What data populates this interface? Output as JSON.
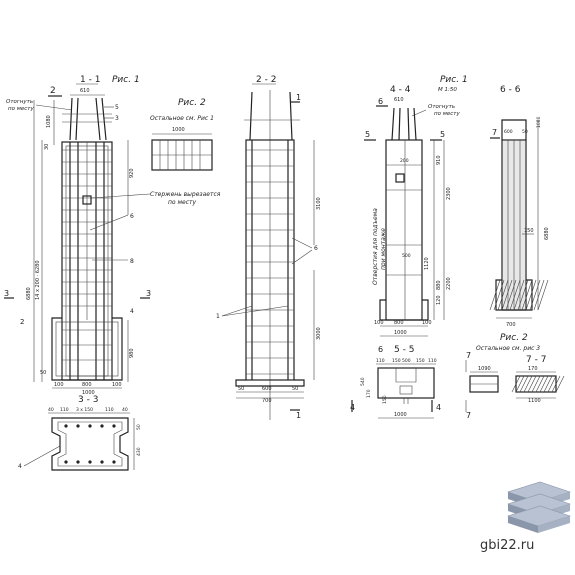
{
  "brand": {
    "site": "gbi22.ru"
  },
  "sections": {
    "s11": "1 - 1",
    "s22": "2 - 2",
    "s33": "3 - 3",
    "s44": "4 - 4",
    "s55": "5 - 5",
    "s66": "6 - 6",
    "s77": "7 - 7",
    "m1": "1",
    "m2": "2",
    "m3": "3",
    "m4": "4",
    "m5": "5",
    "m6": "6",
    "m7": "7"
  },
  "figures": {
    "fig1": "Рис. 1",
    "fig2": "Рис. 2",
    "fig2_note": "Остальное см. Рис 1",
    "fig1b": "Рис. 1",
    "scale": "М 1:50",
    "fig2b": "Рис. 2",
    "fig2b_note": "Остальное см. рис 3"
  },
  "notes": {
    "cut_local": "Отогнуть",
    "cut_local2": "по месту",
    "rod_cut": "Стержень вырезается",
    "rod_cut2": "по месту",
    "hole": "Отверстия для подъема",
    "hole2": "при монтаже"
  },
  "callouts": {
    "c1": "1",
    "c2": "2",
    "c3": "3",
    "c4": "4",
    "c5": "5",
    "c6": "6",
    "c7": "7",
    "c8": "8"
  },
  "dims": {
    "d610": "610",
    "d1080": "1080",
    "d30": "30",
    "d6880": "6880",
    "d6280": "14 x 200 · 6280",
    "d920": "920",
    "d980": "980",
    "d50": "50",
    "d100": "100",
    "d800": "800",
    "d1000": "1000",
    "d40": "40",
    "d110": "110",
    "d150": "150",
    "d3x150": "3 x 150",
    "d430": "430",
    "d600": "600",
    "d700": "700",
    "d3100": "3100",
    "d3000": "3000",
    "d910": "910",
    "d2300": "2300",
    "d200": "200",
    "d1120": "1120",
    "d880": "880",
    "d120": "120",
    "d2200": "2200",
    "d1000b": "1000",
    "d500": "500",
    "d110b": "110",
    "d540": "540",
    "d170": "170",
    "d1090": "1090",
    "d1100": "1100",
    "d6880b": "6880",
    "d700b": "700",
    "d170b": "170",
    "d150b": "150"
  }
}
